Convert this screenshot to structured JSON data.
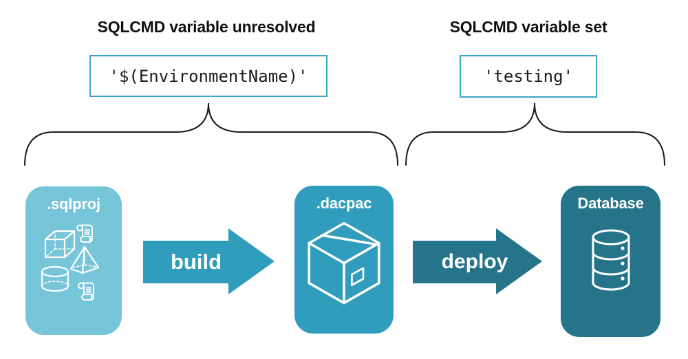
{
  "diagram": {
    "annotations": {
      "left": {
        "title": "SQLCMD variable unresolved",
        "value": "'$(EnvironmentName)'"
      },
      "right": {
        "title": "SQLCMD variable set",
        "value": "'testing'"
      }
    },
    "stages": [
      {
        "label": ".sqlproj",
        "icon": "sql-project-objects-icon",
        "color": "#76c5d9"
      },
      {
        "label": ".dacpac",
        "icon": "package-icon",
        "color": "#2f9dbb"
      },
      {
        "label": "Database",
        "icon": "database-icon",
        "color": "#25748a"
      }
    ],
    "arrows": [
      {
        "label": "build",
        "color": "#2f9dbb"
      },
      {
        "label": "deploy",
        "color": "#25748a"
      }
    ],
    "colors": {
      "background": "#ffffff",
      "value_box_border": "#3aa6c8",
      "brace_line": "#1a1a1a",
      "heading_text": "#111111",
      "card_text": "#ffffff"
    }
  }
}
